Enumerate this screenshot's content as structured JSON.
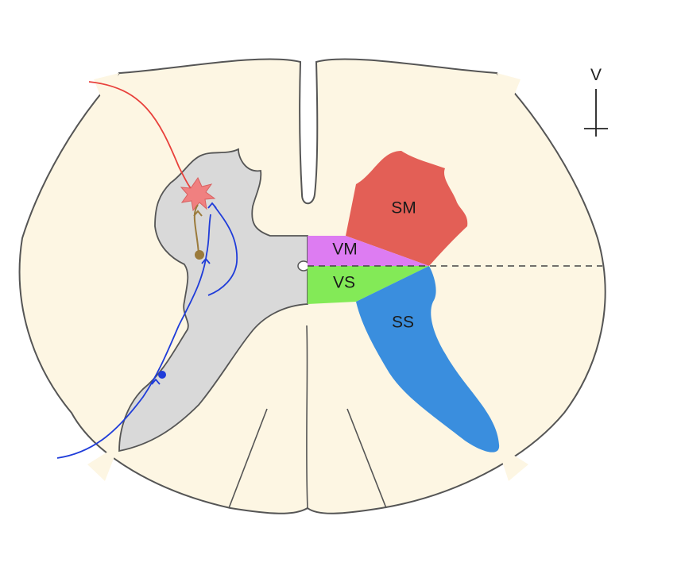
{
  "regions": [
    {
      "id": "sm",
      "label": "SM",
      "color": "#e35f56"
    },
    {
      "id": "vm",
      "label": "VM",
      "color": "#dd7cf2"
    },
    {
      "id": "vs",
      "label": "VS",
      "color": "#83ea57"
    },
    {
      "id": "ss",
      "label": "SS",
      "color": "#3a8ede"
    }
  ],
  "orientation_marker": {
    "label": "V"
  },
  "colors": {
    "white_matter": "#fdf6e3",
    "gray_matter": "#d9d9d9",
    "outline": "#555555",
    "afferent_red": "#e8413c",
    "neuron_body": "#f08080",
    "interneuron_brown": "#9b7b3c",
    "afferent_blue": "#1f3cd9"
  }
}
